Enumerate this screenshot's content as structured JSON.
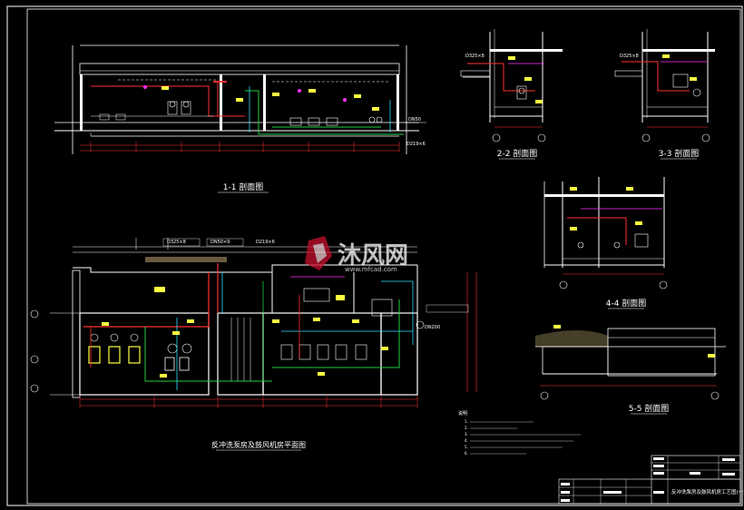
{
  "colors": {
    "background": "#000000",
    "frame": "#ffffff",
    "wall": "#ffffff",
    "pipe_red": "#ff3030",
    "pipe_green": "#20d040",
    "pipe_magenta": "#ff30ff",
    "pipe_cyan": "#30e0ff",
    "tag_yellow": "#ffff40",
    "text_white": "#ffffff"
  },
  "views": {
    "section_1_1": "1-1 剖面图",
    "section_2_2": "2-2 剖面图",
    "section_3_3": "3-3 剖面图",
    "section_4_4": "4-4 剖面图",
    "section_5_5": "5-5 剖面图",
    "plan": "反冲洗泵房及鼓风机房平面图"
  },
  "pipe_labels": {
    "s11_dn50": "DN50",
    "s11_d219": "D219×6",
    "s22_d325": "D325×8",
    "s33_d325": "D325×8",
    "plan_d325": "D325×8",
    "plan_dn50": "DN50×9",
    "plan_d219": "D219×6",
    "plan_dn200": "DN200"
  },
  "notes": {
    "title": "说明",
    "lines": [
      "1.",
      "2.",
      "3.",
      "4.",
      "5.",
      "6."
    ]
  },
  "title_block": {
    "drawing_title": "反冲洗泵房及鼓风机房工艺图(一)"
  },
  "watermark": {
    "brand": "沐风网",
    "url": "www.mfcad.com"
  }
}
